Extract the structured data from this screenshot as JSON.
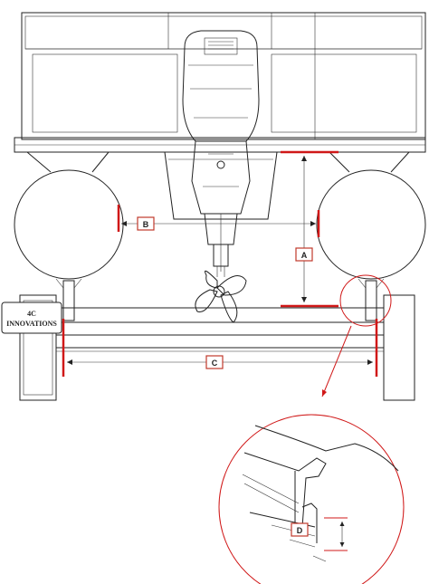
{
  "logo": {
    "line1": "4C",
    "line2": "INNOVATIONS"
  },
  "dimensions": {
    "a": "A",
    "b": "B",
    "c": "C",
    "d": "D"
  },
  "colors": {
    "ink": "#222222",
    "dimension_red": "#d01818",
    "background": "#ffffff"
  }
}
